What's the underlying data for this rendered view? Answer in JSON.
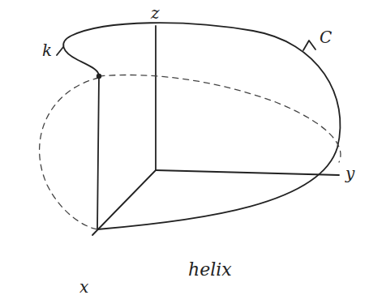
{
  "diagram": {
    "labels": [
      "z",
      "y",
      "x",
      "k",
      "C",
      "helix"
    ]
  }
}
